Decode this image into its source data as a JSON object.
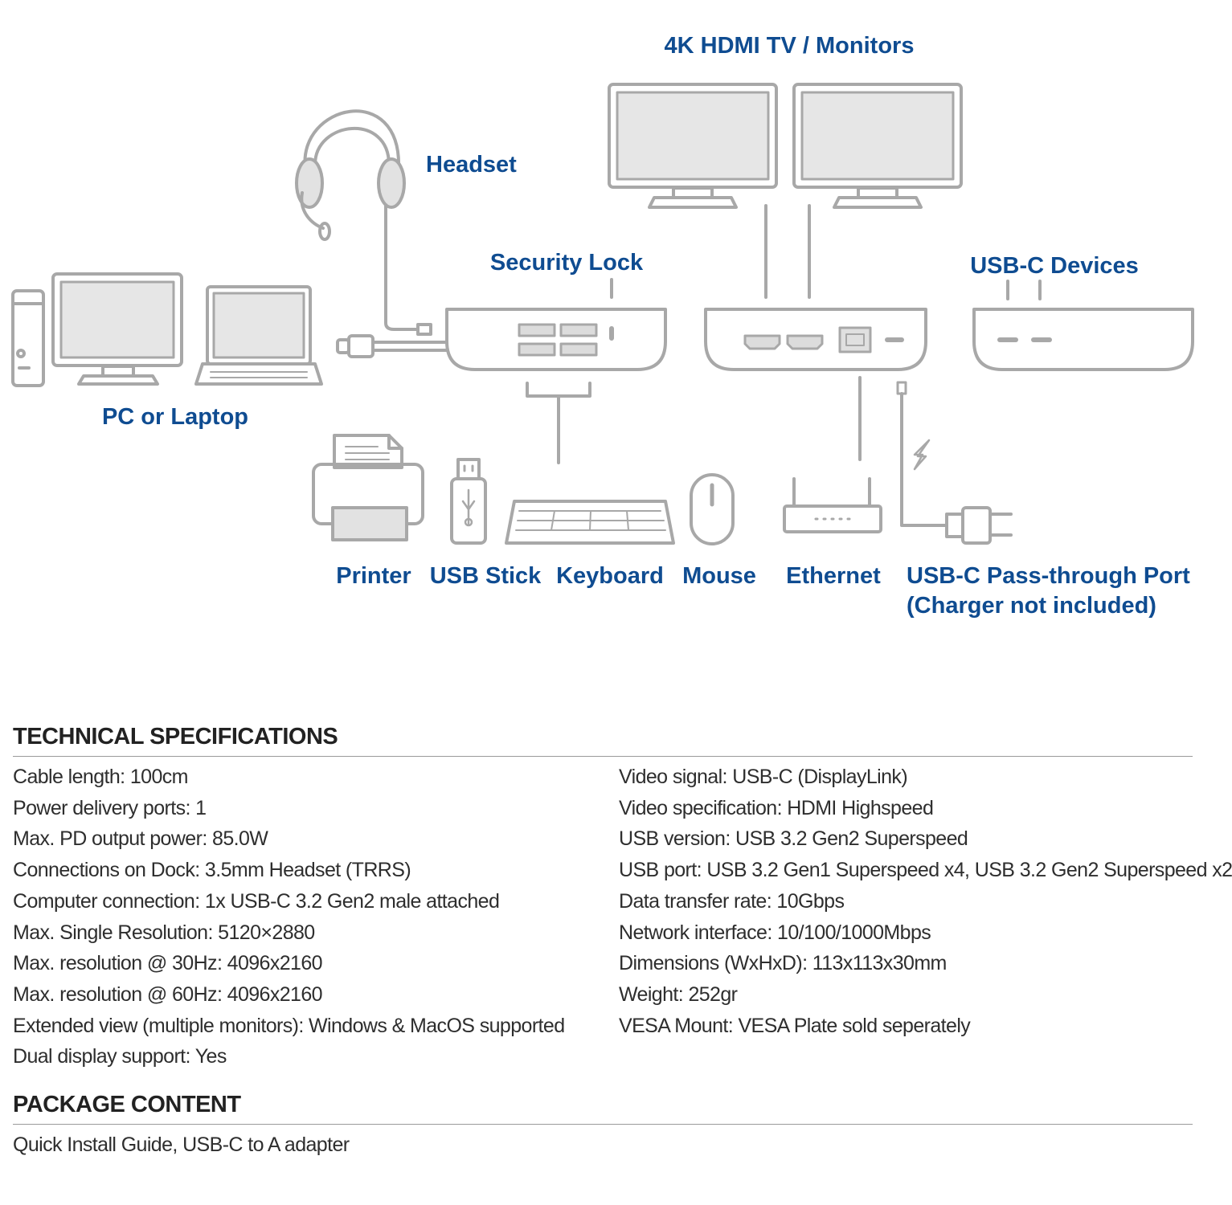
{
  "diagram": {
    "labels": {
      "monitors": "4K HDMI TV / Monitors",
      "headset": "Headset",
      "security_lock": "Security Lock",
      "usbc_devices": "USB-C Devices",
      "pc_laptop": "PC or Laptop",
      "printer": "Printer",
      "usb_stick": "USB Stick",
      "keyboard": "Keyboard",
      "mouse": "Mouse",
      "ethernet": "Ethernet",
      "passthrough_line1": "USB-C Pass-through Port",
      "passthrough_line2": "(Charger not included)"
    },
    "label_color": "#0f4c91",
    "line_color": "#a8a8a8"
  },
  "tech_specs": {
    "title": "TECHNICAL SPECIFICATIONS",
    "left": [
      "Cable length: 100cm",
      "Power delivery ports: 1",
      "Max. PD output power: 85.0W",
      "Connections on Dock: 3.5mm Headset (TRRS)",
      "Computer connection: 1x USB-C 3.2 Gen2 male attached",
      "Max. Single Resolution: 5120×2880",
      "Max. resolution @ 30Hz: 4096x2160",
      "Max. resolution @ 60Hz: 4096x2160",
      "Extended view (multiple monitors): Windows & MacOS supported",
      "Dual display support: Yes"
    ],
    "right": [
      "Video signal: USB-C (DisplayLink)",
      "Video specification: HDMI Highspeed",
      "USB version: USB 3.2 Gen2 Superspeed",
      "USB port: USB 3.2 Gen1 Superspeed x4, USB 3.2 Gen2 Superspeed x2",
      "Data transfer rate: 10Gbps",
      "Network interface: 10/100/1000Mbps",
      "Dimensions (WxHxD): 113x113x30mm",
      "Weight: 252gr",
      "VESA Mount: VESA Plate sold seperately"
    ]
  },
  "package": {
    "title": "PACKAGE CONTENT",
    "content": "Quick Install Guide, USB-C to A adapter"
  }
}
